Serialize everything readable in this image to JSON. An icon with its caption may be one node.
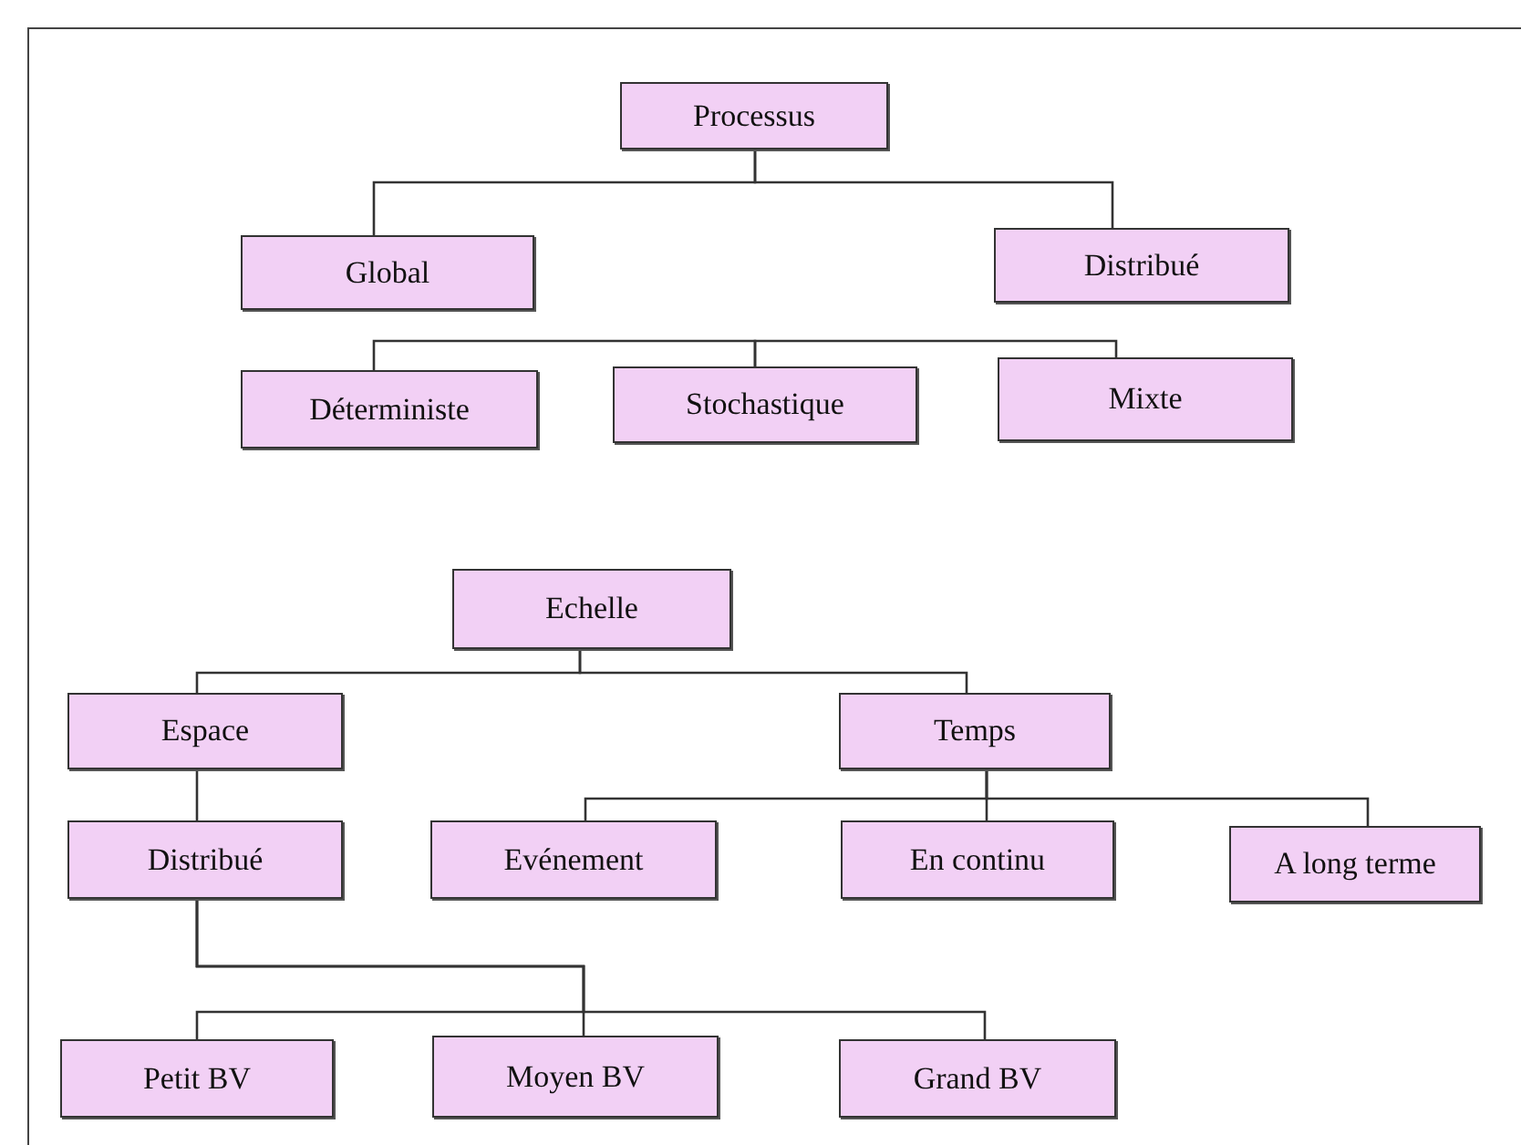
{
  "diagram": {
    "nodes": [
      {
        "text": [
          "Processus"
        ]
      },
      {
        "text": [
          "Global"
        ]
      },
      {
        "text": [
          "Distribué"
        ]
      },
      {
        "text": [
          "Déterministe"
        ]
      },
      {
        "text": [
          "Stochastique"
        ]
      },
      {
        "text": [
          "Mixte"
        ]
      },
      {
        "text": [
          "Echelle"
        ]
      },
      {
        "text": [
          "Espace"
        ]
      },
      {
        "text": [
          "Temps"
        ]
      },
      {
        "text": [
          "Distribué"
        ]
      },
      {
        "text": [
          "Evénement"
        ]
      },
      {
        "text": [
          "En continu"
        ]
      },
      {
        "text": [
          "A long terme"
        ]
      },
      {
        "text": [
          "Petit BV"
        ]
      },
      {
        "text": [
          "Moyen BV"
        ]
      },
      {
        "text": [
          "Grand BV"
        ]
      }
    ],
    "edges": [
      {
        "from": 0,
        "to": 1,
        "arrow": "none"
      },
      {
        "from": 0,
        "to": 2,
        "arrow": "none"
      },
      {
        "from": 4,
        "to": 3,
        "arrow": "none"
      },
      {
        "from": 4,
        "to": 5,
        "arrow": "none"
      },
      {
        "from": 6,
        "to": 7,
        "arrow": "none"
      },
      {
        "from": 6,
        "to": 8,
        "arrow": "none"
      },
      {
        "from": 7,
        "to": 9,
        "arrow": "none"
      },
      {
        "from": 8,
        "to": 10,
        "arrow": "none"
      },
      {
        "from": 8,
        "to": 11,
        "arrow": "none"
      },
      {
        "from": 8,
        "to": 12,
        "arrow": "none"
      },
      {
        "from": 9,
        "to": 13,
        "arrow": "none"
      },
      {
        "from": 9,
        "to": 14,
        "arrow": "none"
      },
      {
        "from": 9,
        "to": 15,
        "arrow": "none"
      }
    ]
  }
}
